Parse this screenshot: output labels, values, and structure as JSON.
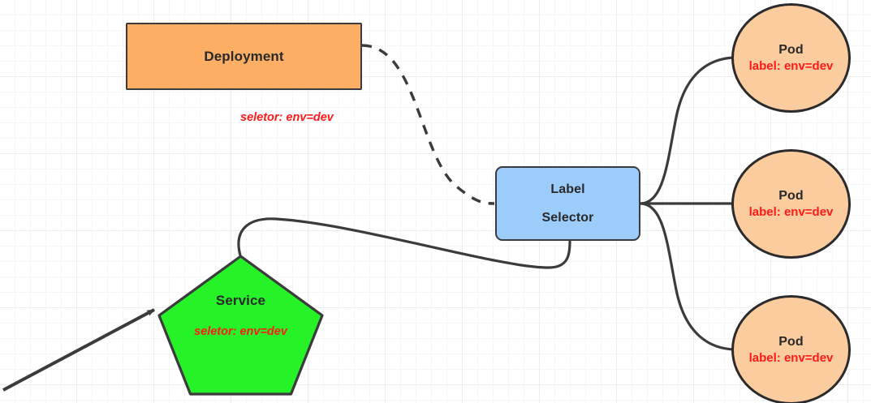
{
  "diagram": {
    "title": "Kubernetes Label Selector Diagram",
    "background": "#ffffff",
    "grid_color": "#ededed",
    "stroke_color": "#3b3b3d",
    "accent_red": "#ff1a1a"
  },
  "nodes": {
    "deployment": {
      "label": "Deployment",
      "shape": "rectangle",
      "fill": "#fcaf64"
    },
    "deployment_selector": {
      "label": "seletor:  env=dev",
      "color": "#ff1a1a"
    },
    "label_selector": {
      "line1": "Label",
      "line2": "Selector",
      "shape": "rounded-rectangle",
      "fill": "#9ccdfa"
    },
    "service": {
      "label": "Service",
      "selector": "seletor:  env=dev",
      "shape": "pentagon",
      "fill": "#26f327"
    },
    "pods": [
      {
        "label": "Pod",
        "selector": "label: env=dev",
        "shape": "ellipse",
        "fill": "#fbcc9e"
      },
      {
        "label": "Pod",
        "selector": "label: env=dev",
        "shape": "ellipse",
        "fill": "#fbcc9e"
      },
      {
        "label": "Pod",
        "selector": "label: env=dev",
        "shape": "ellipse",
        "fill": "#fbcc9e"
      }
    ]
  },
  "edges": [
    {
      "name": "deployment-to-label-selector",
      "style": "dashed",
      "from": "deployment",
      "to": "label_selector",
      "arrow": false
    },
    {
      "name": "service-to-label-selector",
      "style": "solid",
      "from": "service",
      "to": "label_selector",
      "arrow": false
    },
    {
      "name": "label-selector-to-pod-1",
      "style": "solid",
      "from": "label_selector",
      "to": "pod-1",
      "arrow": false
    },
    {
      "name": "label-selector-to-pod-2",
      "style": "solid",
      "from": "label_selector",
      "to": "pod-2",
      "arrow": false
    },
    {
      "name": "label-selector-to-pod-3",
      "style": "solid",
      "from": "label_selector",
      "to": "pod-3",
      "arrow": false
    },
    {
      "name": "inbound-traffic-to-service",
      "style": "solid",
      "from": "external",
      "to": "service",
      "arrow": true
    }
  ]
}
